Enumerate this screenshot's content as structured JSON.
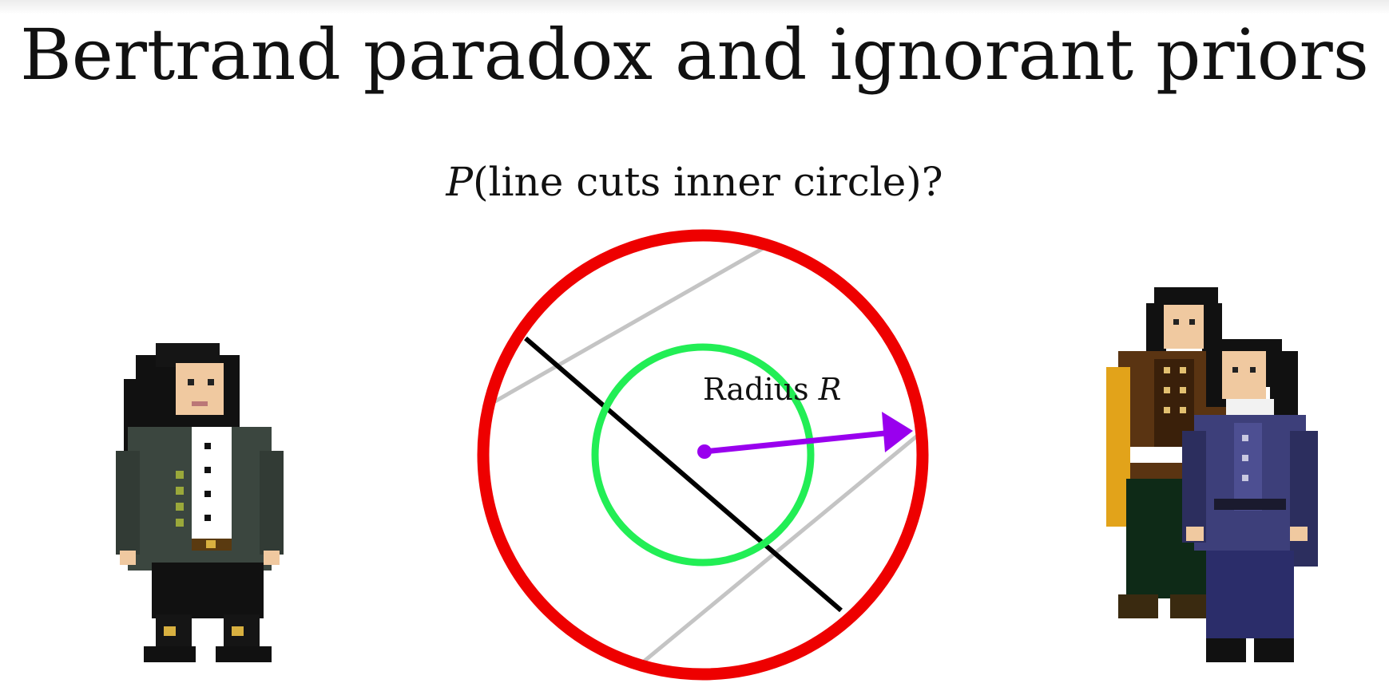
{
  "slide": {
    "title": "Bertrand paradox and ignorant priors",
    "question": {
      "variable": "P",
      "text": "(line cuts inner circle)?"
    },
    "radius_label": {
      "word": "Radius",
      "variable": "R"
    }
  },
  "colors": {
    "outer_circle": "#ee0000",
    "inner_circle": "#22ee55",
    "radius_arrow": "#9900ee",
    "chord": "#000000",
    "sample_lines": "#c4c4c4"
  }
}
